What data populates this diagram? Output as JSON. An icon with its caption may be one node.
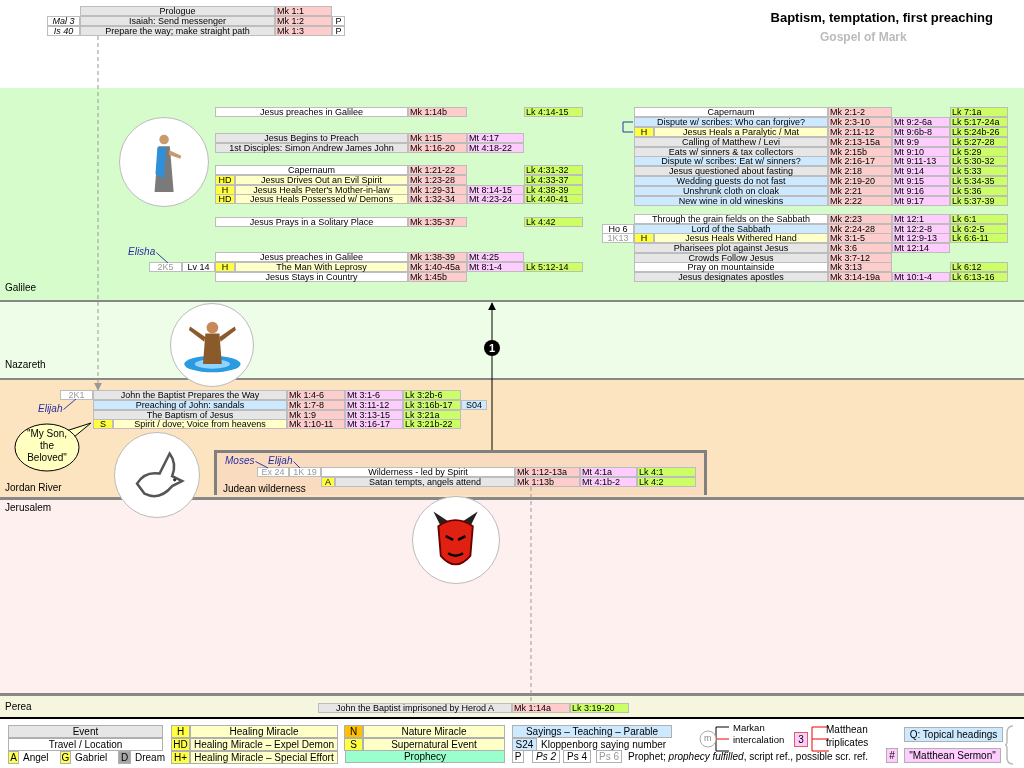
{
  "diagram": {
    "title": "Baptism, temptation, first preaching",
    "nodes": [
      {
        "text": [
          "Prologue",
          "Mk 1:1"
        ]
      },
      {
        "text": [
          "Mal 3",
          "Isaiah: Send messenger",
          "Mk 1:2",
          "P"
        ]
      },
      {
        "text": [
          "Is 40",
          "Prepare the way; make straight path",
          "Mk 1:3",
          "P"
        ]
      },
      {
        "text": [
          "Galilee"
        ]
      },
      {
        "text": [
          "Jesus preaches in Galilee",
          "Mk 1:14b",
          "Lk 4:14-15"
        ],
        "in": 3
      },
      {
        "text": [
          "Jesus Begins to Preach",
          "Mk 1:15",
          "Mt 4:17"
        ],
        "in": 3
      },
      {
        "text": [
          "1st Disciples: Simon Andrew James John",
          "Mk 1:16-20",
          "Mt 4:18-22"
        ],
        "in": 3
      },
      {
        "text": [
          "Capernaum",
          "Mk 1:21-22",
          "Lk 4:31-32"
        ],
        "in": 3
      },
      {
        "text": [
          "HD",
          "Jesus Drives Out an Evil Spirit",
          "Mk 1:23-28",
          "Lk 4:33-37"
        ],
        "in": 3
      },
      {
        "text": [
          "H",
          "Jesus Heals Peter's Mother-in-law",
          "Mk 1:29-31",
          "Mt 8:14-15",
          "Lk 4:38-39"
        ],
        "in": 3
      },
      {
        "text": [
          "HD",
          "Jesus Heals Possessed w/ Demons",
          "Mk 1:32-34",
          "Mt 4:23-24",
          "Lk 4:40-41"
        ],
        "in": 3
      },
      {
        "text": [
          "Jesus Prays in a Solitary Place",
          "Mk 1:35-37",
          "Lk 4:42"
        ],
        "in": 3
      },
      {
        "text": [
          "Jesus preaches in Galilee",
          "Mk 1:38-39",
          "Mt 4:25"
        ],
        "in": 3
      },
      {
        "text": [
          "2K5",
          "Lv 14",
          "H",
          "The Man With Leprosy",
          "Mk 1:40-45a",
          "Mt 8:1-4",
          "Lk 5:12-14"
        ],
        "in": 3
      },
      {
        "text": [
          "Jesus Stays in Country",
          "Mk 1:45b"
        ],
        "in": 3
      },
      {
        "text": [
          "Elisha"
        ],
        "in": 3
      },
      {
        "text": [],
        "shape": "picture",
        "in": 3
      },
      {
        "text": [
          "Capernaum",
          "Mk 2:1-2",
          "Lk 7:1a"
        ],
        "in": 3
      },
      {
        "text": [
          "Dispute w/ scribes: Who can forgive?",
          "Mk 2:3-10",
          "Mt 9:2-6a",
          "Lk 5:17-24a"
        ],
        "in": 3
      },
      {
        "text": [
          "H",
          "Jesus Heals a Paralytic / Mat",
          "Mk 2:11-12",
          "Mt 9:6b-8",
          "Lk 5:24b-26"
        ],
        "in": 3
      },
      {
        "text": [
          "Calling of Matthew / Levi",
          "Mk 2:13-15a",
          "Mt 9:9",
          "Lk 5:27-28"
        ],
        "in": 3
      },
      {
        "text": [
          "Eats w/ sinners & tax collectors",
          "Mk 2:15b",
          "Mt 9:10",
          "Lk 5:29"
        ],
        "in": 3
      },
      {
        "text": [
          "Dispute w/ scribes: Eat w/ sinners?",
          "Mk 2:16-17",
          "Mt 9:11-13",
          "Lk 5:30-32"
        ],
        "in": 3
      },
      {
        "text": [
          "Jesus questioned about fasting",
          "Mk 2:18",
          "Mt 9:14",
          "Lk 5:33"
        ],
        "in": 3
      },
      {
        "text": [
          "Wedding guests do not fast",
          "Mk 2:19-20",
          "Mt 9:15",
          "Lk 5:34-35"
        ],
        "in": 3
      },
      {
        "text": [
          "Unshrunk cloth on cloak",
          "Mk 2:21",
          "Mt 9:16",
          "Lk 5:36"
        ],
        "in": 3
      },
      {
        "text": [
          "New wine in old wineskins",
          "Mk 2:22",
          "Mt 9:17",
          "Lk 5:37-39"
        ],
        "in": 3
      },
      {
        "text": [
          "Through the grain fields on the Sabbath",
          "Mk 2:23",
          "Mt 12:1",
          "Lk 6:1"
        ],
        "in": 3
      },
      {
        "text": [
          "Ho 6",
          "Lord of the Sabbath",
          "Mk 2:24-28",
          "Mt 12:2-8",
          "Lk 6:2-5"
        ],
        "in": 3
      },
      {
        "text": [
          "1K13",
          "H",
          "Jesus Heals Withered Hand",
          "Mk 3:1-5",
          "Mt 12:9-13",
          "Lk 6:6-11"
        ],
        "in": 3
      },
      {
        "text": [
          "Pharisees plot against Jesus",
          "Mk 3:6",
          "Mt 12:14"
        ],
        "in": 3
      },
      {
        "text": [
          "Crowds Follow Jesus",
          "Mk 3:7-12"
        ],
        "in": 3
      },
      {
        "text": [
          "Pray on mountainside",
          "Mk 3:13",
          "Lk 6:12"
        ],
        "in": 3
      },
      {
        "text": [
          "Jesus designates apostles",
          "Mk 3:14-19a",
          "Mt 10:1-4",
          "Lk 6:13-16"
        ],
        "in": 3
      },
      {
        "text": [
          "Nazareth"
        ]
      },
      {
        "text": [],
        "shape": "picture"
      },
      {
        "text": [
          "Jordan River"
        ]
      },
      {
        "text": [
          "2K1",
          "John the Baptist Prepares the Way",
          "Mk 1:4-6",
          "Mt 3:1-6",
          "Lk 3:2b-6"
        ],
        "in": 36
      },
      {
        "text": [
          "Preaching of John: sandals",
          "Mk 1:7-8",
          "Mt 3:11-12",
          "Lk 3:16b-17",
          "S04"
        ],
        "in": 36
      },
      {
        "text": [
          "The Baptism of Jesus",
          "Mk 1:9",
          "Mt 3:13-15",
          "Lk 3:21a"
        ],
        "in": 36
      },
      {
        "text": [
          "S",
          "Spirit / dove; Voice from heavens",
          "Mk 1:10-11",
          "Mt 3:16-17",
          "Lk 3:21b-22"
        ],
        "in": 36
      },
      {
        "text": [
          "Elijah"
        ],
        "in": 36
      },
      {
        "text": [
          "\"My Son, the Beloved\""
        ],
        "in": 36
      },
      {
        "text": [],
        "shape": "picture"
      },
      {
        "text": [
          "Judean wilderness"
        ],
        "in": 36
      },
      {
        "text": [
          "Ex 24",
          "1K 19",
          "Wilderness - led by Spirit",
          "Mk 1:12-13a",
          "Mt 4:1a",
          "Lk 4:1"
        ],
        "in": 44
      },
      {
        "text": [
          "A",
          "Satan tempts, angels attend",
          "Mk 1:13b",
          "Mt 4:1b-2",
          "Lk 4:2"
        ],
        "in": 44
      },
      {
        "text": [
          "Moses"
        ],
        "in": 44
      },
      {
        "text": [
          "Elijah"
        ],
        "in": 44
      },
      {
        "text": [
          "Jerusalem"
        ]
      },
      {
        "text": [],
        "shape": "picture"
      },
      {
        "text": [
          "Perea"
        ]
      },
      {
        "text": [
          "John the Baptist imprisoned by Herod A",
          "Mk 1:14a",
          "Lk 3:19-20"
        ],
        "in": 51
      }
    ],
    "edges": [
      {
        "from": 2,
        "to": 37,
        "arrow": "to",
        "style": "dashed",
        "color": "#999999"
      },
      {
        "from": 44,
        "to": 3,
        "arrow": "to",
        "label": "1",
        "color": "#000000"
      },
      {
        "from": 46,
        "to": 52,
        "arrow": "none",
        "style": "dashed",
        "color": "#999999"
      },
      {
        "from": 15,
        "to": 13,
        "arrow": "none"
      },
      {
        "from": 41,
        "to": 37,
        "arrow": "none"
      },
      {
        "from": 47,
        "to": 45,
        "arrow": "none"
      },
      {
        "from": 48,
        "to": 45,
        "arrow": "none"
      },
      {
        "from": 18,
        "to": 19,
        "arrow": "none",
        "color": "#1f3f9f"
      }
    ],
    "labels": [
      "Gospel of Mark",
      "A",
      "G",
      "D",
      "H",
      "HD",
      "H+",
      "N",
      "S",
      "S24",
      "P",
      "Ps 2",
      "Ps 4",
      "Ps 6",
      "m",
      "3",
      "#"
    ],
    "legend": [
      {
        "text": "Event",
        "color": "#e6e6e6"
      },
      {
        "text": "Travel / Location",
        "color": "#ffffff"
      },
      {
        "text": "Angel",
        "color": "#ffff55"
      },
      {
        "text": "Gabriel",
        "color": "#ffff55"
      },
      {
        "text": "Dream",
        "color": "#a6a6a6"
      },
      {
        "text": "Healing Miracle",
        "color": "#ffffc8"
      },
      {
        "text": "Healing Miracle – Expel Demon",
        "color": "#ffffc8"
      },
      {
        "text": "Healing Miracle – Special Effort",
        "color": "#ffffc8"
      },
      {
        "text": "Nature Miracle",
        "color": "#ffffc8"
      },
      {
        "text": "Supernatural Event",
        "color": "#ffffc8"
      },
      {
        "text": "Prophecy",
        "color": "#99ffcc"
      },
      {
        "text": "Sayings – Teaching – Parable",
        "color": "#cce9ff"
      },
      {
        "text": "Kloppenborg saying number",
        "color": "#cce9ff"
      },
      {
        "text": "Prophet; *prophecy fulfilled*, script ref., possible scr. ref."
      },
      {
        "text": "Markan intercalation"
      },
      {
        "text": "Matthean triplicates"
      },
      {
        "text": "Q: Topical headings",
        "color": "#cce9ff"
      },
      {
        "text": "\"Matthean Sermon\"",
        "color": "#ffccff"
      }
    ]
  }
}
